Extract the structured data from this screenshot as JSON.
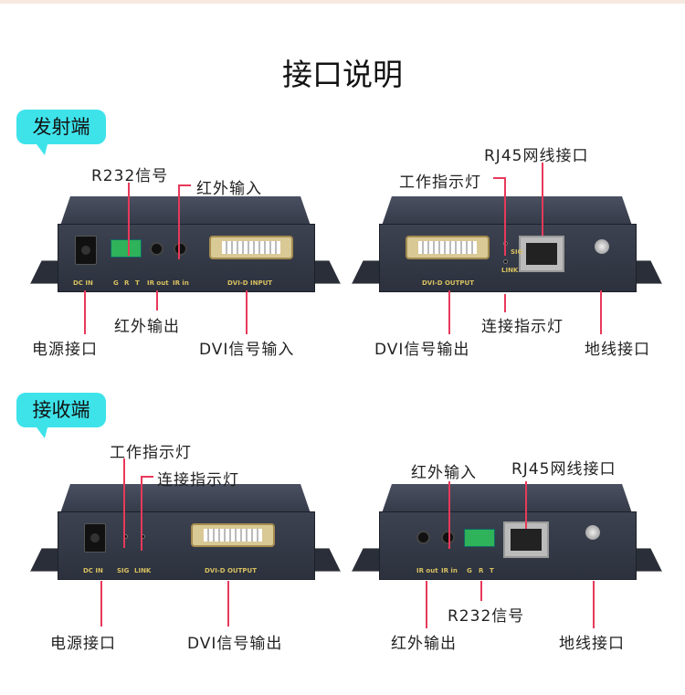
{
  "title": "接口说明",
  "transmitter": {
    "badge": "发射端",
    "labels": {
      "r232": "R232信号",
      "ir_in": "红外输入",
      "ir_out": "红外输出",
      "power": "电源接口",
      "dvi_in": "DVI信号输入",
      "rj45": "RJ45网线接口",
      "work_led": "工作指示灯",
      "link_led": "连接指示灯",
      "dvi_out": "DVI信号输出",
      "ground": "地线接口"
    },
    "panel_text": {
      "dc": "DC IN",
      "g": "G",
      "r": "R",
      "t": "T",
      "ir_out": "IR out",
      "ir_in": "IR in",
      "dvi": "DVI-D INPUT",
      "dvi_out": "DVI-D OUTPUT",
      "sig": "SIG",
      "link": "LINK"
    }
  },
  "receiver": {
    "badge": "接收端",
    "labels": {
      "work_led": "工作指示灯",
      "link_led": "连接指示灯",
      "power": "电源接口",
      "dvi_out": "DVI信号输出",
      "ir_in": "红外输入",
      "rj45": "RJ45网线接口",
      "r232": "R232信号",
      "ir_out": "红外输出",
      "ground": "地线接口"
    },
    "panel_text": {
      "dc": "DC IN",
      "sig": "SIG",
      "link": "LINK",
      "dvi": "DVI-D OUTPUT",
      "ir_out": "IR out",
      "ir_in": "IR in",
      "g": "G",
      "r": "R",
      "t": "T"
    }
  },
  "colors": {
    "badge": "#3ee3ea",
    "leader_line": "#e8395a"
  }
}
